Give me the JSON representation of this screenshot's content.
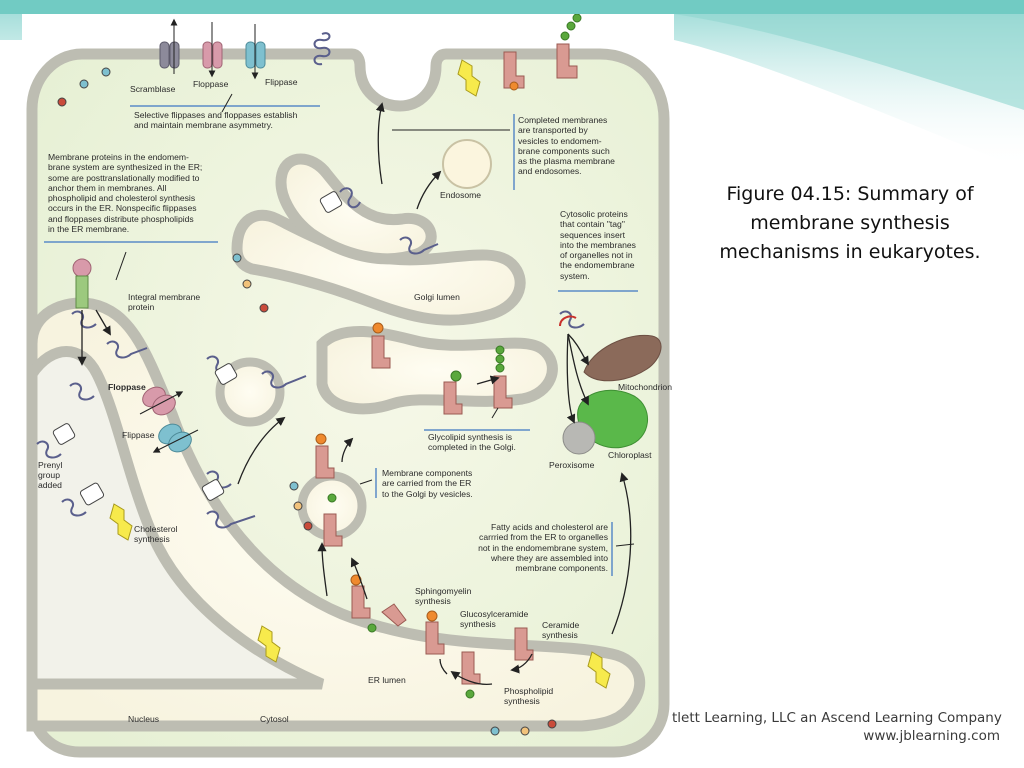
{
  "slide": {
    "caption": "Figure 04.15: Summary of membrane synthesis mechanisms in eukaryotes.",
    "copyright_line1": "tlett Learning, LLC an Ascend Learning Company",
    "copyright_line2": "www.jblearning.com",
    "accent_color": "#7fcfc8"
  },
  "figure": {
    "labels": {
      "scramblase": "Scramblase",
      "floppase_top": "Floppase",
      "flippase_top": "Flippase",
      "endosome": "Endosome",
      "golgi_lumen": "Golgi lumen",
      "integral_membrane_protein_1": "Integral membrane",
      "integral_membrane_protein_2": "protein",
      "floppase_mid": "Floppase",
      "flippase_mid": "Flippase",
      "prenyl_1": "Prenyl",
      "prenyl_2": "group",
      "prenyl_3": "added",
      "cholesterol_1": "Cholesterol",
      "cholesterol_2": "synthesis",
      "mitochondrion": "Mitochondrion",
      "chloroplast": "Chloroplast",
      "peroxisome": "Peroxisome",
      "sphingomyelin_1": "Sphingomyelin",
      "sphingomyelin_2": "synthesis",
      "glucosylceramide_1": "Glucosylceramide",
      "glucosylceramide_2": "synthesis",
      "ceramide_1": "Ceramide",
      "ceramide_2": "synthesis",
      "er_lumen": "ER lumen",
      "phospholipid_1": "Phospholipid",
      "phospholipid_2": "synthesis",
      "nucleus": "Nucleus",
      "cytosol": "Cytosol"
    },
    "notes": {
      "asymmetry": [
        "Selective flippases and floppases establish",
        "and maintain membrane asymmetry."
      ],
      "er_proteins": [
        "Membrane proteins in the endomem-",
        "brane system are synthesized in the ER;",
        "some are posttranslationally modified to",
        "anchor them in membranes. All",
        "phospholipid and cholesterol synthesis",
        "occurs in the ER. Nonspecific flippases",
        "and floppases distribute phospholipids",
        "in the ER membrane."
      ],
      "completed": [
        "Completed membranes",
        "are transported by",
        "vesicles to endomem-",
        "brane components such",
        "as the plasma membrane",
        "and endosomes."
      ],
      "cytosolic": [
        "Cytosolic proteins",
        "that contain \"tag\"",
        "sequences insert",
        "into the membranes",
        "of organelles not in",
        "the endomembrane",
        "system."
      ],
      "glycolipid": [
        "Glycolipid synthesis is",
        "completed in the Golgi."
      ],
      "vesicles": [
        "Membrane components",
        "are carried from the ER",
        "to the Golgi by vesicles."
      ],
      "fatty_acids": [
        "Fatty acids and cholesterol are",
        "carrried from the ER to organelles",
        "not in the endomembrane system,",
        "where they are assembled into",
        "membrane components."
      ]
    }
  }
}
